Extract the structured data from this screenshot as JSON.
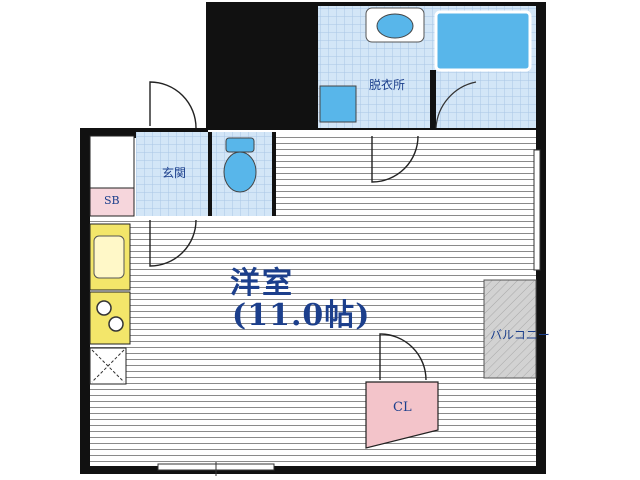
{
  "labels": {
    "main_room": "洋室",
    "main_room_area": "(11.0帖)",
    "storage_sb": "SB",
    "entrance": "玄関",
    "dressing_room": "脱衣所",
    "balcony": "バルコニー",
    "closet": "CL"
  },
  "colors": {
    "wall": "#111111",
    "floor_lines": "#8a8a8a",
    "tile_blue": "#d3e6f7",
    "tile_grid": "#a9c6e6",
    "fixture_blue": "#58b6ea",
    "sb_pink": "#f6d6dc",
    "closet_pink": "#f3c4ca",
    "kitchen_yellow": "#f3e66a",
    "balcony_grey": "#cfcfcf",
    "label_blue": "#1c3f8c"
  }
}
